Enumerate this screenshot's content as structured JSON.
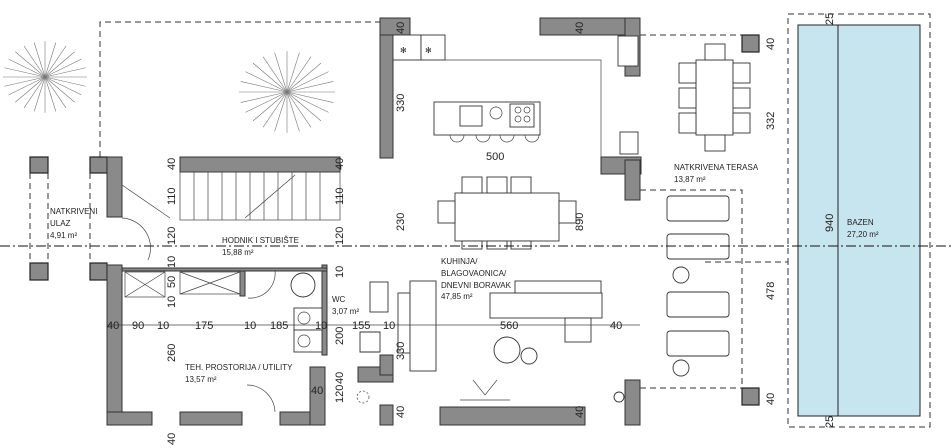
{
  "rooms": {
    "entrance": {
      "name_1": "NATKRIVENI",
      "name_2": "ULAZ",
      "area": "4,91 m²"
    },
    "hallway": {
      "name": "HODNIK I STUBIŠTE",
      "area": "15,88 m²"
    },
    "wc": {
      "name": "WC",
      "area": "3,07 m²"
    },
    "utility": {
      "name": "TEH. PROSTORIJA / UTILITY",
      "area": "13,57 m²"
    },
    "living": {
      "name_1": "KUHINJA/",
      "name_2": "BLAGOVAONICA/",
      "name_3": "DNEVNI BORAVAK",
      "area": "47,85 m²"
    },
    "terrace": {
      "name": "NATKRIVENA TERASA",
      "area": "13,87 m²"
    },
    "pool": {
      "name": "BAZEN",
      "area": "27,20 m²"
    }
  },
  "dimensions": {
    "horizontal_row": [
      "40",
      "90",
      "10",
      "175",
      "10",
      "185",
      "10",
      "155",
      "10",
      "560",
      "40"
    ],
    "kitchen_island_width": "500",
    "utility_wall": "40",
    "left_vertical": [
      "40",
      "110",
      "120",
      "10",
      "50",
      "10",
      "260",
      "40"
    ],
    "mid_vertical": [
      "40",
      "110",
      "120",
      "10",
      "200",
      "40",
      "120"
    ],
    "living_left_vertical": [
      "40",
      "330",
      "230",
      "330",
      "40"
    ],
    "living_right_vertical": [
      "40",
      "890",
      "40"
    ],
    "terrace_vertical": [
      "40",
      "332",
      "478",
      "40"
    ],
    "pool_vertical": [
      "25",
      "940",
      "25"
    ]
  },
  "colors": {
    "wall": "#8a8a8a",
    "pool": "#c6e5ee",
    "line": "#222222"
  }
}
